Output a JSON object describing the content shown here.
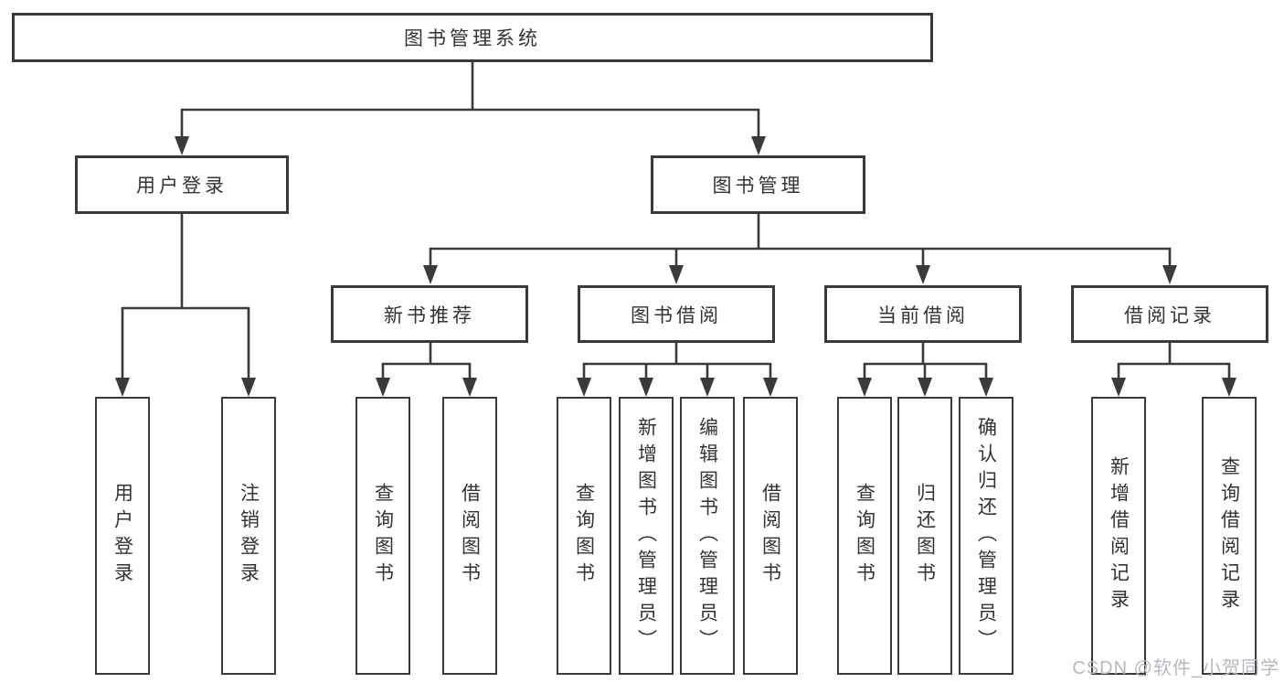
{
  "diagram": {
    "type": "hierarchy-tree",
    "title": "图书管理系统"
  },
  "colors": {
    "background": "#ffffff",
    "line": "#3a3a3a",
    "box_border": "#3a3a3a",
    "text": "#333333",
    "watermark_text": "#b6bac0"
  },
  "watermark": "CSDN @软件_小贺同学",
  "tree": {
    "root": {
      "label": "图书管理系统",
      "children": [
        {
          "label": "用户登录",
          "children": [
            {
              "label": "用户登录"
            },
            {
              "label": "注销登录"
            }
          ]
        },
        {
          "label": "图书管理",
          "children": [
            {
              "label": "新书推荐",
              "children": [
                {
                  "label": "查询图书"
                },
                {
                  "label": "借阅图书"
                }
              ]
            },
            {
              "label": "图书借阅",
              "children": [
                {
                  "label": "查询图书"
                },
                {
                  "label": "新增图书（管理员）"
                },
                {
                  "label": "编辑图书（管理员）"
                },
                {
                  "label": "借阅图书"
                }
              ]
            },
            {
              "label": "当前借阅",
              "children": [
                {
                  "label": "查询图书"
                },
                {
                  "label": "归还图书"
                },
                {
                  "label": "确认归还（管理员）"
                }
              ]
            },
            {
              "label": "借阅记录",
              "children": [
                {
                  "label": "新增借阅记录"
                },
                {
                  "label": "查询借阅记录"
                }
              ]
            }
          ]
        }
      ]
    }
  }
}
